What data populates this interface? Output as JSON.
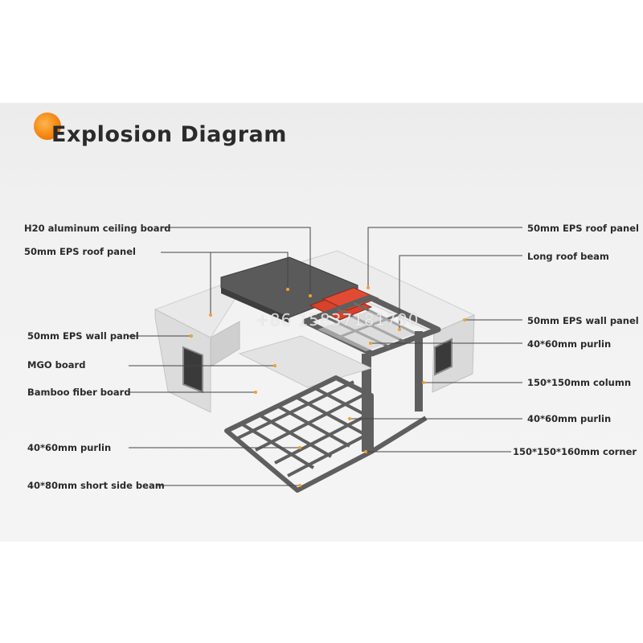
{
  "title": "Explosion Diagram",
  "watermark": "+86 15837181790",
  "colors": {
    "accent": "#f57c00",
    "steel": "#5f5f5f",
    "panel": "#e8e8e8",
    "roof_red": "#d9412a",
    "leader": "#444444"
  },
  "labels_left": [
    {
      "id": "h20-aluminum-ceiling-board",
      "text": "H20 aluminum ceiling board"
    },
    {
      "id": "eps-roof-panel-left",
      "text": "50mm EPS roof panel"
    },
    {
      "id": "eps-wall-panel-left",
      "text": "50mm EPS wall panel"
    },
    {
      "id": "mgo-board",
      "text": "MGO board"
    },
    {
      "id": "bamboo-fiber-board",
      "text": "Bamboo fiber board"
    },
    {
      "id": "purlin-left",
      "text": "40*60mm purlin"
    },
    {
      "id": "short-side-beam",
      "text": "40*80mm short side beam"
    }
  ],
  "labels_right": [
    {
      "id": "eps-roof-panel-right",
      "text": "50mm EPS roof panel"
    },
    {
      "id": "long-roof-beam",
      "text": "Long roof beam"
    },
    {
      "id": "eps-wall-panel-right",
      "text": "50mm EPS wall panel"
    },
    {
      "id": "purlin-right-top",
      "text": "40*60mm purlin"
    },
    {
      "id": "column",
      "text": "150*150mm column"
    },
    {
      "id": "purlin-right-bottom",
      "text": "40*60mm purlin"
    },
    {
      "id": "corner",
      "text": "150*150*160mm corner"
    }
  ]
}
